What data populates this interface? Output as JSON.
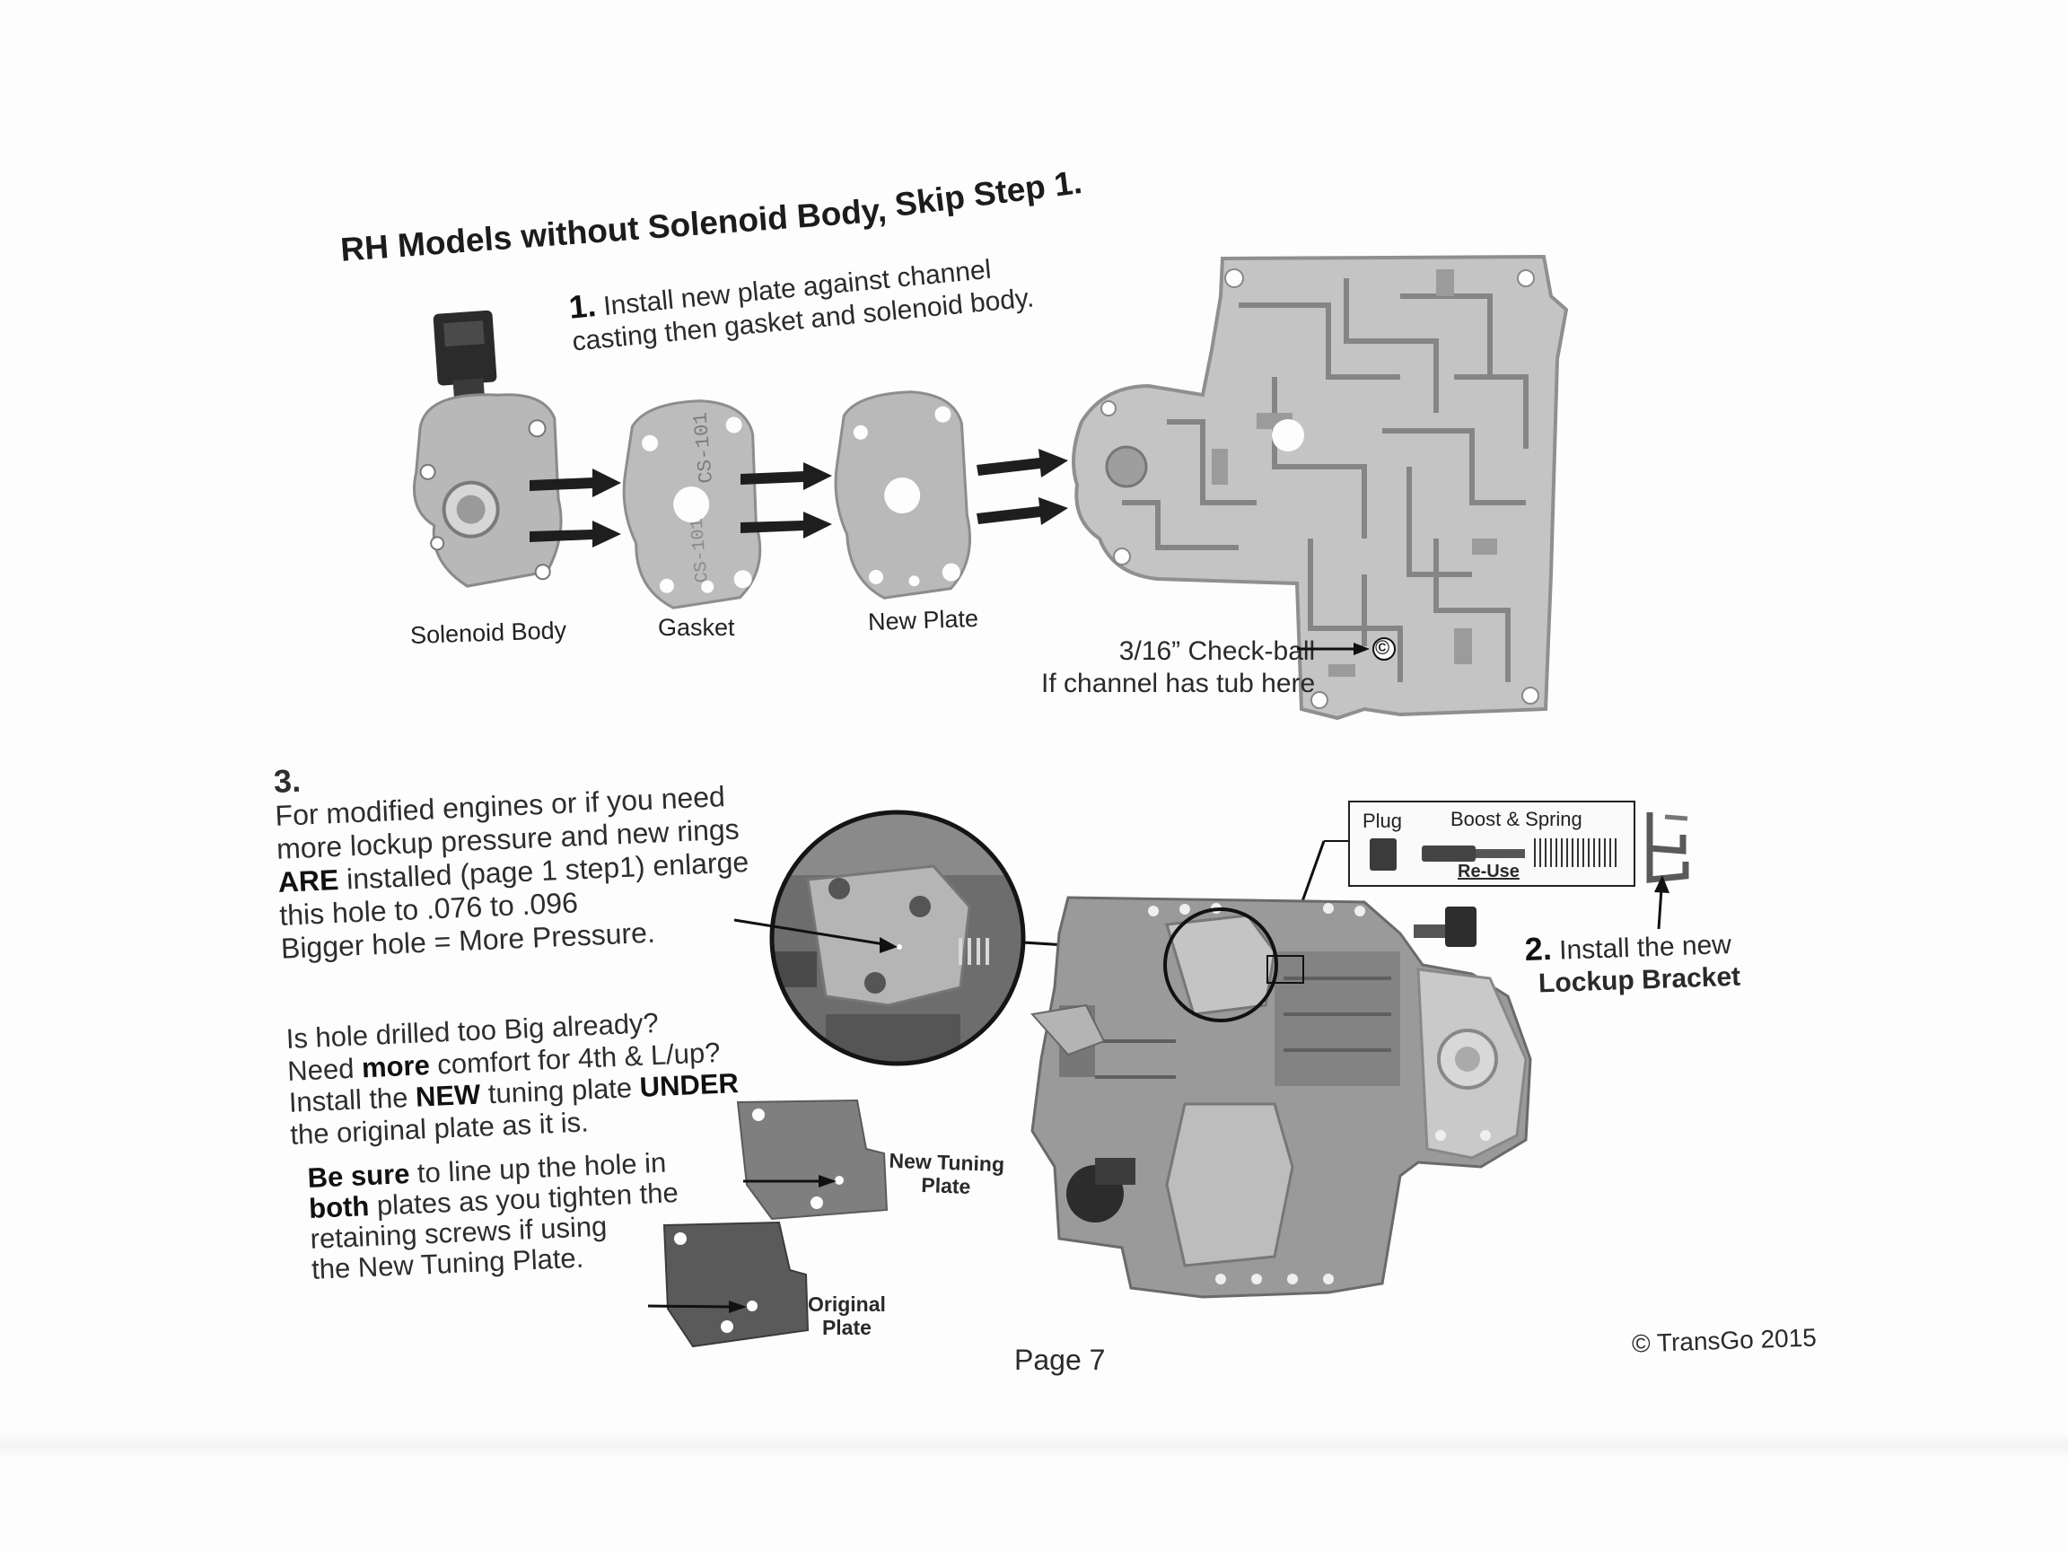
{
  "header": {
    "title_part1": "RH Models without Solenoid Body,",
    "title_part2": "Skip Step 1."
  },
  "step1": {
    "number": "1.",
    "line1": "Install new plate against channel",
    "line2": "casting then gasket and solenoid body.",
    "labels": {
      "solenoid_body": "Solenoid Body",
      "gasket": "Gasket",
      "new_plate": "New Plate"
    },
    "gasket_markings": [
      "CS-101",
      "CS-101"
    ],
    "checkball_line1": "3/16” Check-ball",
    "checkball_line2": "If channel has tub here",
    "checkball_symbol": "©"
  },
  "step3": {
    "number": "3.",
    "p1": "For modified engines or if you need",
    "p2": "more lockup pressure and new rings",
    "p3_bold": "ARE",
    "p3_rest": " installed (page 1 step1) enlarge",
    "p4": "this hole to .076 to .096",
    "p5": "Bigger hole = More Pressure.",
    "q1": "Is hole drilled too Big already?",
    "q2_pre": "Need ",
    "q2_bold": "more",
    "q2_post": " comfort for 4th & L/up?",
    "q3_pre": "Install the ",
    "q3_bold1": "NEW",
    "q3_mid": " tuning plate ",
    "q3_bold2": "UNDER",
    "q4": "the original plate as it is.",
    "b1_bold": "Be sure",
    "b1_rest": " to line up the hole in",
    "b2_bold": "both",
    "b2_rest": " plates as you tighten the",
    "b3": "retaining screws if using",
    "b4": "the New Tuning Plate.",
    "new_tuning_plate_l1": "New Tuning",
    "new_tuning_plate_l2": "Plate",
    "original_plate_l1": "Original",
    "original_plate_l2": "Plate"
  },
  "step2": {
    "number": "2.",
    "line1": "Install the new",
    "line2": "Lockup Bracket",
    "parts_box": {
      "plug": "Plug",
      "boost_spring": "Boost & Spring",
      "reuse": "Re-Use"
    }
  },
  "footer": {
    "page": "Page 7",
    "copyright": "© TransGo 2015"
  }
}
